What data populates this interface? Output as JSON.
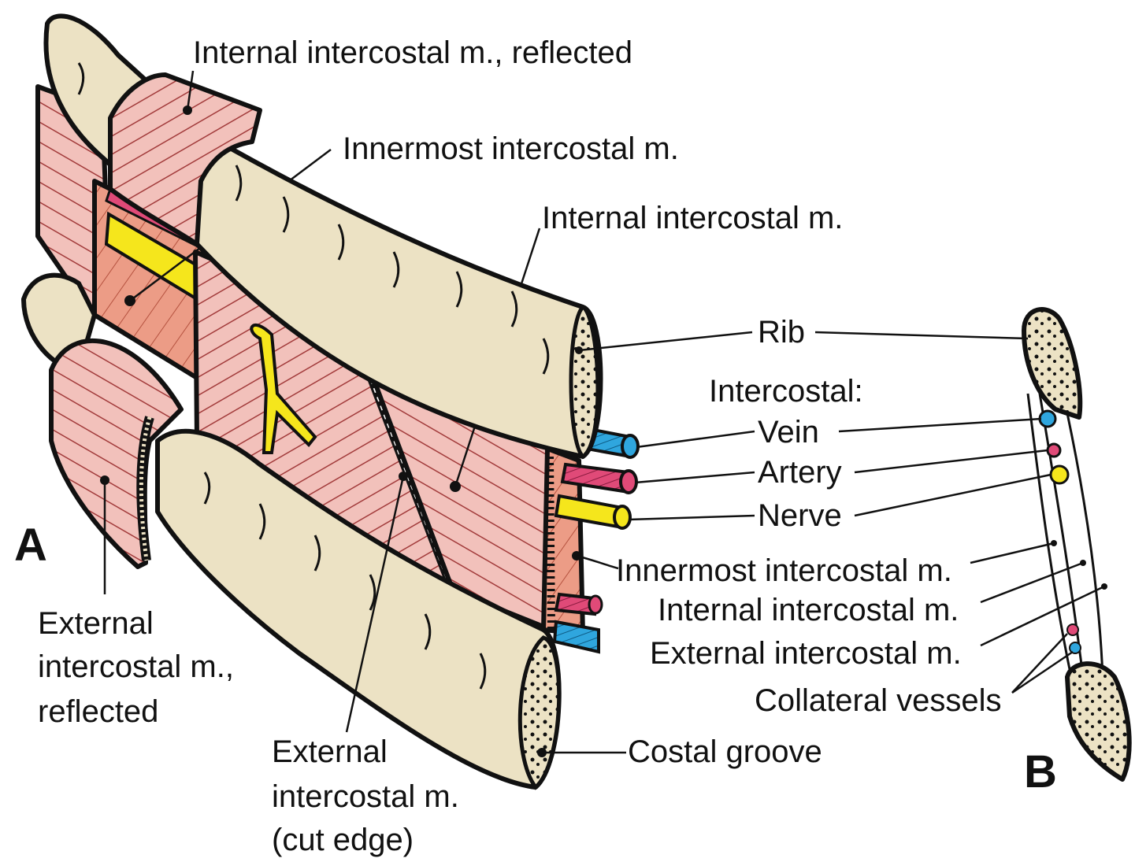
{
  "labels": {
    "internal_reflected": "Internal intercostal m., reflected",
    "innermost_top": "Innermost intercostal m.",
    "internal_top": "Internal intercostal m.",
    "rib": "Rib",
    "intercostal": "Intercostal:",
    "vein": "Vein",
    "artery": "Artery",
    "nerve": "Nerve",
    "innermost_right": "Innermost intercostal m.",
    "internal_right": "Internal intercostal m.",
    "external_right": "External intercostal m.",
    "collateral": "Collateral vessels",
    "costal_groove": "Costal groove",
    "external_reflected_1": "External",
    "external_reflected_2": "intercostal m.,",
    "external_reflected_3": "reflected",
    "external_cut_1": "External",
    "external_cut_2": "intercostal m.",
    "external_cut_3": "(cut edge)",
    "panel_a": "A",
    "panel_b": "B"
  },
  "colors": {
    "bone": "#ece2c4",
    "muscle": "#f2c1bb",
    "muscle_deep": "#ec9c86",
    "nerve": "#f5e61c",
    "vein": "#2fa6de",
    "artery": "#e04a78",
    "outline": "#111111"
  }
}
